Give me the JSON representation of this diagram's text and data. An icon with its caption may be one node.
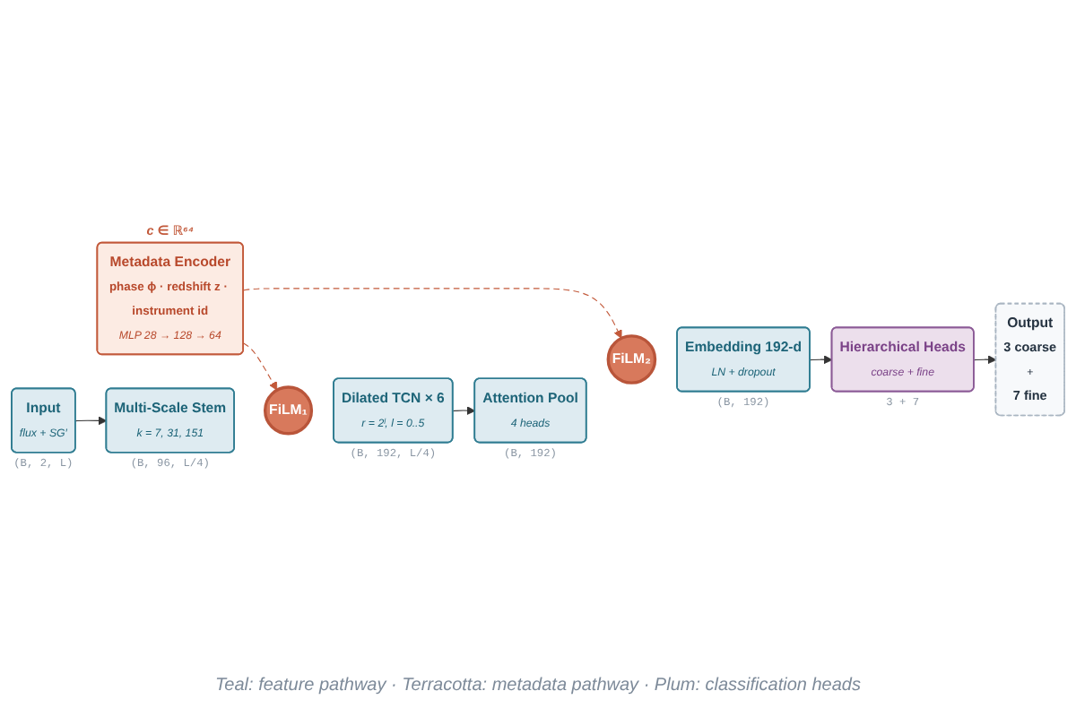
{
  "diagram": {
    "nodes": [
      {
        "text": [
          "Input",
          "flux + SG′"
        ],
        "beside": [
          "(B, 2, L)"
        ]
      },
      {
        "text": [
          "Multi-Scale Stem",
          "k = 7, 31, 151"
        ],
        "beside": [
          "(B, 96, L/4)"
        ]
      },
      {
        "text": [
          "FiLM₁"
        ]
      },
      {
        "text": [
          "Dilated TCN × 6",
          "r = 2ˡ, l = 0..5"
        ],
        "beside": [
          "(B, 192, L/4)"
        ]
      },
      {
        "text": [
          "Attention Pool",
          "4 heads"
        ],
        "beside": [
          "(B, 192)"
        ]
      },
      {
        "text": [
          "FiLM₂"
        ]
      },
      {
        "text": [
          "Embedding 192-d",
          "LN + dropout"
        ],
        "beside": [
          "(B, 192)"
        ]
      },
      {
        "text": [
          "Hierarchical Heads",
          "coarse + fine"
        ],
        "beside": [
          "3 + 7"
        ]
      },
      {
        "text": [
          "Output",
          "3 coarse",
          "+",
          "7 fine"
        ]
      },
      {
        "text": [
          "Metadata Encoder",
          "phase ϕ · redshift z · instrument id",
          "MLP 28 → 128 → 64"
        ],
        "beside": [
          "c ∈ ℝ⁶⁴"
        ]
      }
    ],
    "edges": [
      {
        "from": 0,
        "to": 1,
        "arrow": "to"
      },
      {
        "from": 3,
        "to": 4,
        "arrow": "to"
      },
      {
        "from": 6,
        "to": 7,
        "arrow": "to"
      },
      {
        "from": 7,
        "to": 8,
        "arrow": "to"
      },
      {
        "from": 9,
        "to": 2,
        "arrow": "to",
        "style": "dashed",
        "color": "#c2593a"
      },
      {
        "from": 9,
        "to": 5,
        "arrow": "to",
        "style": "dashed",
        "color": "#c2593a"
      }
    ],
    "caption": "Teal: feature pathway · Terracotta: metadata pathway · Plum: classification heads"
  }
}
